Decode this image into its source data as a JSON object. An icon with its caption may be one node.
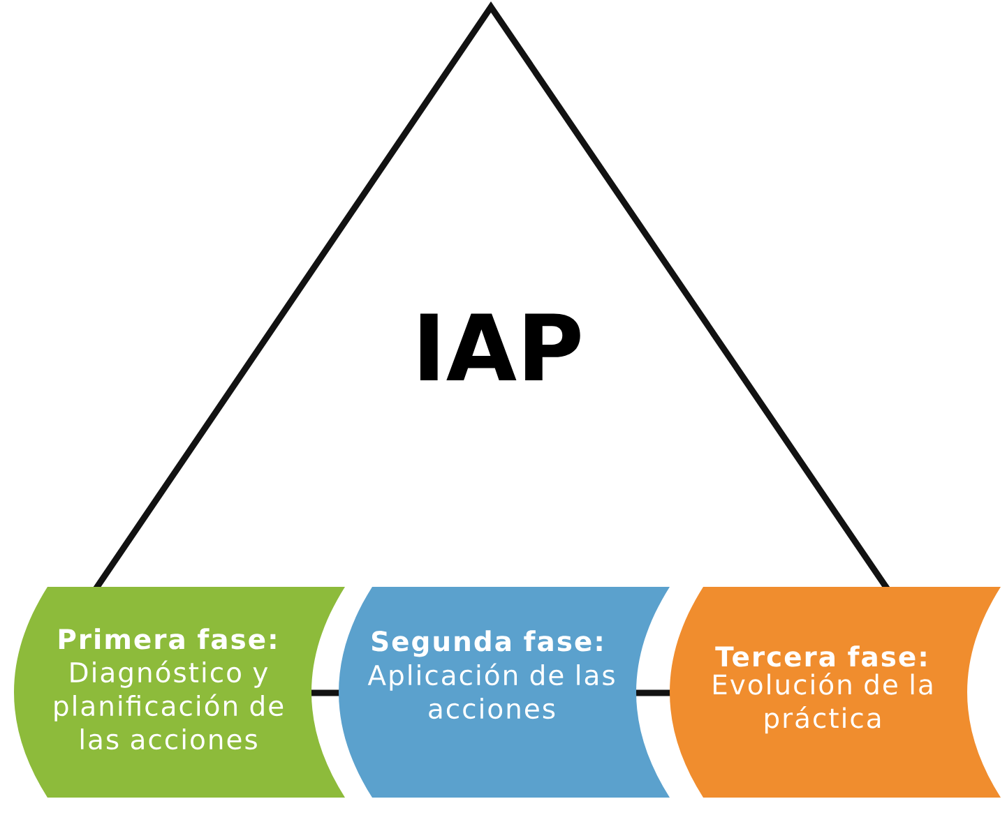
{
  "diagram": {
    "nodes": [
      {
        "text": [
          "IAP"
        ]
      },
      {
        "text": [
          "Primera fase:",
          "Diagnóstico y planificación de las acciones"
        ]
      },
      {
        "text": [
          "Segunda fase:",
          "Aplicación de las acciones"
        ]
      },
      {
        "text": [
          "Tercera fase:",
          "Evolución de la práctica"
        ]
      }
    ]
  }
}
